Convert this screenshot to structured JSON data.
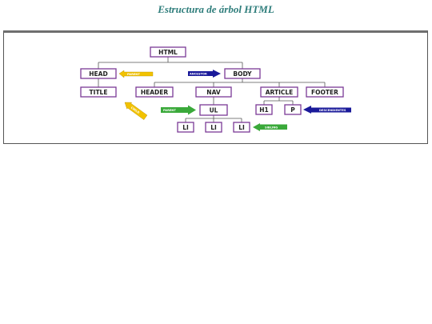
{
  "title": "Estructura de árbol HTML",
  "nodes": {
    "html": "HTML",
    "head": "HEAD",
    "body": "BODY",
    "title": "TITLE",
    "header": "HEADER",
    "nav": "NAV",
    "article": "ARTICLE",
    "footer": "FOOTER",
    "ul": "UL",
    "h1": "H1",
    "p": "P",
    "li_1": "LI",
    "li_2": "LI",
    "li_3": "LI"
  },
  "labels": {
    "parent_head": "PARENT",
    "ancestor": "ANCESTOR",
    "child": "CHILD",
    "parent_nav": "PARENT",
    "descendientes": "DESCENDIENTES",
    "sibling": "SIBLING"
  },
  "colors": {
    "title": "#2e7d7b",
    "node_border": "#7b3a96",
    "line": "#555555",
    "tag_yellow": "#f2c200",
    "tag_blue": "#1a1a9a",
    "tag_green": "#3aa93a"
  }
}
